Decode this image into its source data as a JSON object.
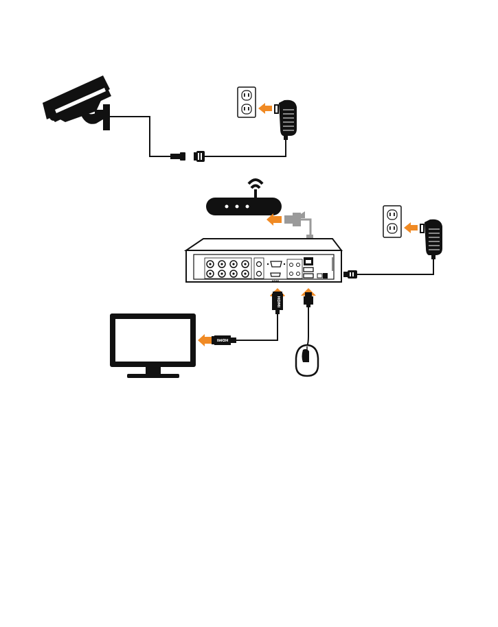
{
  "diagram": {
    "labels": {
      "hdmi_plug": "HDMI",
      "hdmi_port": "HDMI",
      "hdmi_monitor_plug": "HDMI"
    },
    "colors": {
      "ink": "#111111",
      "arrow": "#f08a24",
      "cable_gray": "#9a9a9a",
      "background": "#ffffff"
    },
    "components": {
      "camera": "camera-icon",
      "wall_outlet_camera": "outlet-icon",
      "power_adapter_camera": "power-adapter-icon",
      "router": "router-icon",
      "ethernet_plug": "ethernet-plug-icon",
      "wall_outlet_dvr": "outlet-icon",
      "power_adapter_dvr": "power-adapter-icon",
      "dvr": "dvr-icon",
      "monitor": "monitor-icon",
      "mouse": "mouse-icon"
    }
  }
}
